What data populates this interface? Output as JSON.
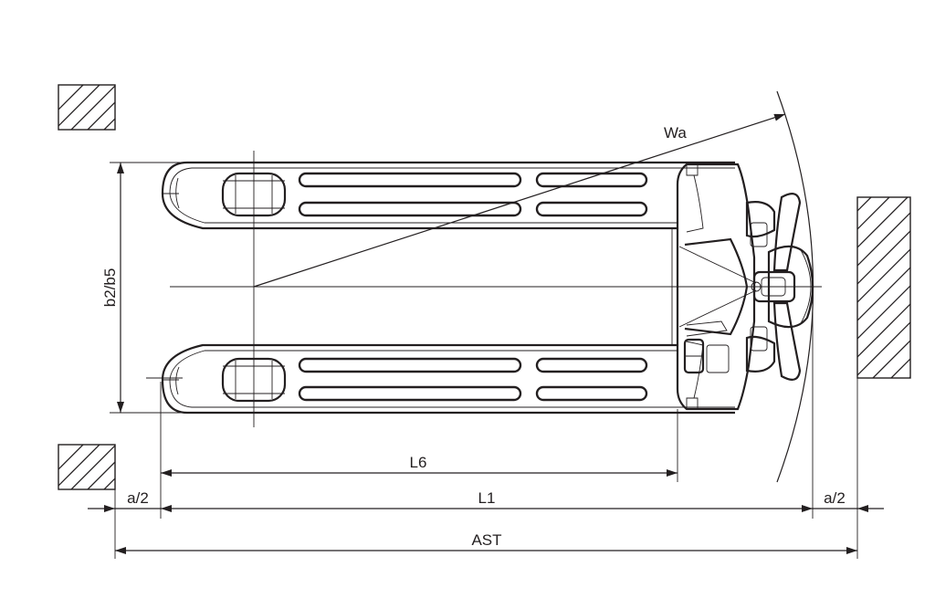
{
  "labels": {
    "wa": "Wa",
    "b2_b5": "b2/b5",
    "l6": "L6",
    "l1": "L1",
    "a_half_left": "a/2",
    "a_half_right": "a/2",
    "ast": "AST"
  },
  "colors": {
    "line": "#231f20",
    "background": "#ffffff"
  }
}
